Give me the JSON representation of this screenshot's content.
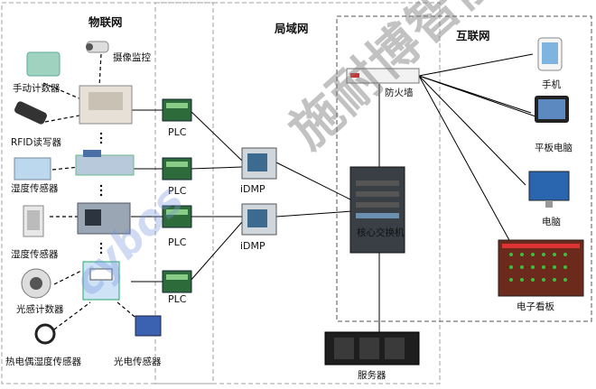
{
  "zones": {
    "iot": "物联网",
    "lan": "局域网",
    "internet": "互联网"
  },
  "devices": {
    "camera": "摄像监控",
    "manual_counter": "手动计数器",
    "rfid": "RFID读写器",
    "humidity1": "湿度传感器",
    "humidity2": "湿度传感器",
    "light_counter": "光感计数器",
    "thermocouple": "热电偶湿度传感器",
    "photo_sensor": "光电传感器",
    "plc1": "PLC",
    "plc2": "PLC",
    "plc3": "PLC",
    "plc4": "PLC",
    "idmp1": "iDMP",
    "idmp2": "iDMP",
    "firewall": "防火墙",
    "core_switch": "核心交换机",
    "server": "服务器",
    "phone": "手机",
    "tablet": "平板电脑",
    "pc": "电脑",
    "eboard": "电子看板"
  },
  "watermark": "施耐博智能",
  "logo": "cybos",
  "colors": {
    "border_dash": "#a0a0a0",
    "line": "#000000",
    "plc_green": "#2e6b3a",
    "board_bg": "#6b2a1c",
    "board_led": "#3fbf3f"
  }
}
